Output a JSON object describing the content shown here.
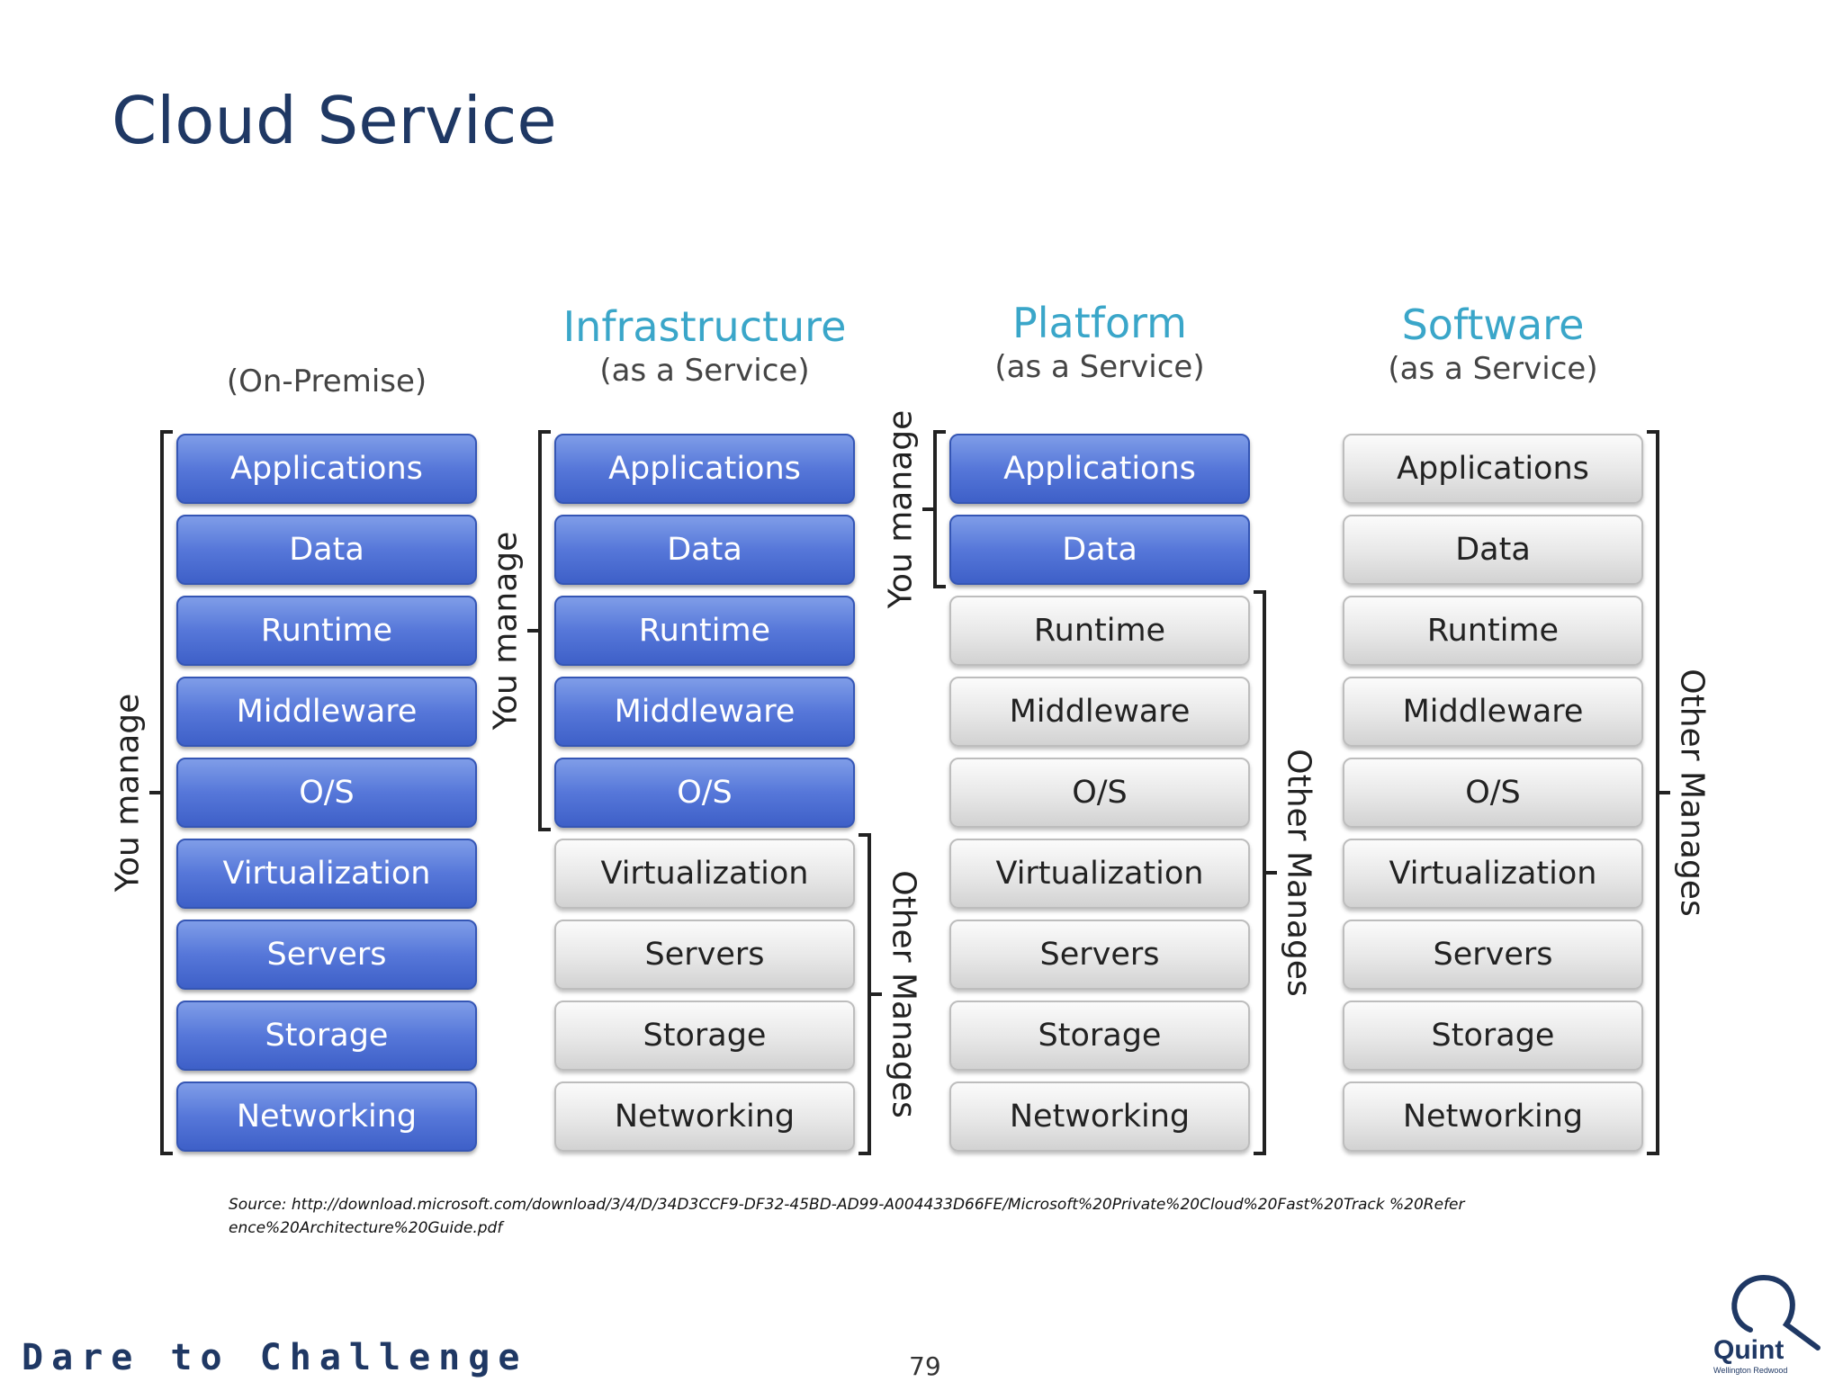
{
  "slide": {
    "title": "Cloud Service",
    "tagline": "Dare to Challenge",
    "page_number": "79"
  },
  "columns": [
    {
      "title": "",
      "subtitle": "(On-Premise)"
    },
    {
      "title": "Infrastructure",
      "subtitle": "(as a Service)"
    },
    {
      "title": "Platform",
      "subtitle": "(as a Service)"
    },
    {
      "title": "Software",
      "subtitle": "(as a Service)"
    }
  ],
  "layers": [
    "Applications",
    "Data",
    "Runtime",
    "Middleware",
    "O/S",
    "Virtualization",
    "Servers",
    "Storage",
    "Networking"
  ],
  "managed_by_you_counts": [
    9,
    5,
    2,
    0
  ],
  "labels": {
    "you_manage": "You manage",
    "other_manages": "Other Manages"
  },
  "source": "Source: http://download.microsoft.com/download/3/4/D/34D3CCF9-DF32-45BD-AD99-A004433D66FE/Microsoft%20Private%20Cloud%20Fast%20Track %20Reference%20Architecture%20Guide.pdf",
  "logo": {
    "text": "Quint",
    "subtext": "Wellington Redwood"
  },
  "colors": {
    "title": "#1f3864",
    "column_title": "#3aa6c9",
    "managed_by_you": "#5677d9",
    "managed_by_other": "#e3e3e3"
  }
}
